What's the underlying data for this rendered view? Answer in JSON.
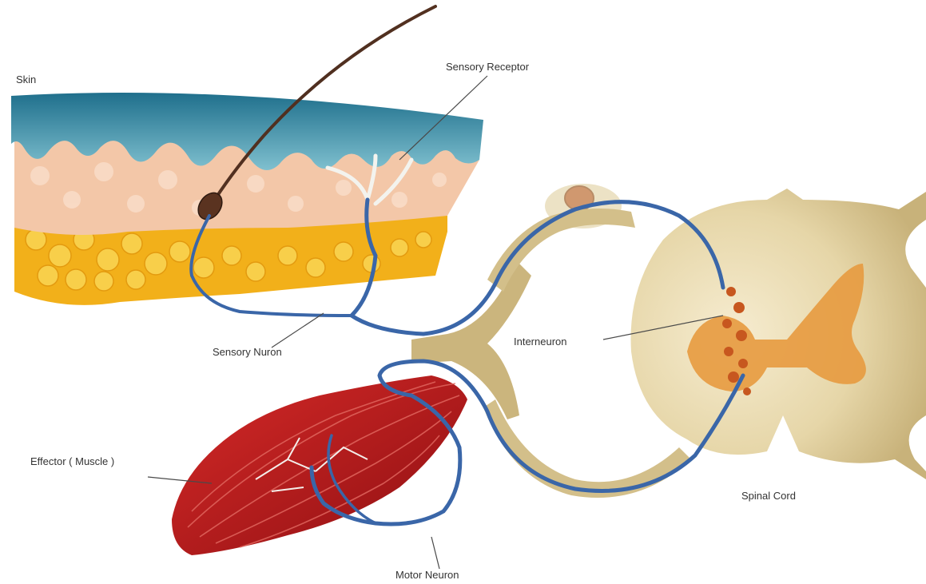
{
  "labels": {
    "skin": "Skin",
    "sensory_receptor": "Sensory Receptor",
    "sensory_neuron": "Sensory Nuron",
    "interneuron": "Interneuron",
    "effector": "Effector ( Muscle )",
    "spinal_cord": "Spinal Cord",
    "motor_neuron": "Motor Neuron"
  },
  "colors": {
    "epidermis": "#2e7f99",
    "dermis": "#f3c7a8",
    "fat": "#f2b01a",
    "muscle": "#c0191b",
    "nerve": "#3a66a8",
    "spinal_white": "#e3d3a5",
    "spinal_gray": "#e79a3f",
    "ganglion": "#b8482a"
  }
}
